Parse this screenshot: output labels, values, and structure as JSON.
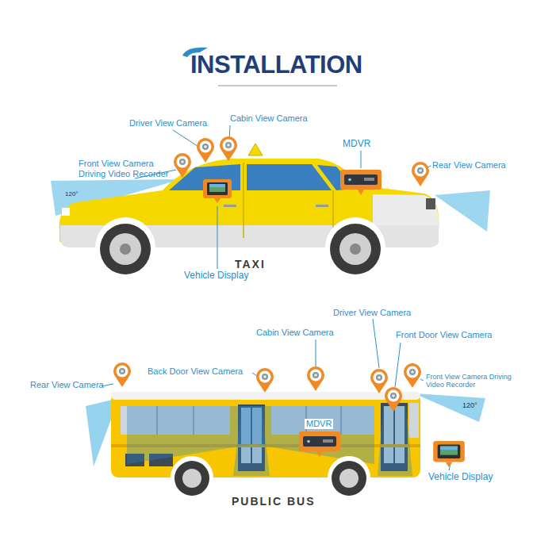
{
  "diagram": {
    "title": "INSTALLATION",
    "labels": [
      "Driver View Camera",
      "Cabin View Camera",
      "Front View Camera Driving Video Recorder",
      "120°",
      "MDVR",
      "Rear View Camera",
      "TAXI",
      "Vehicle Display",
      "Driver View Camera",
      "Cabin View Camera",
      "Front Door View Camera",
      "Rear View Camera",
      "Back Door View Camera",
      "Front View Camera Driving Video Recorder",
      "120°",
      "MDVR",
      "Vehicle Display",
      "PUBLIC BUS"
    ]
  }
}
